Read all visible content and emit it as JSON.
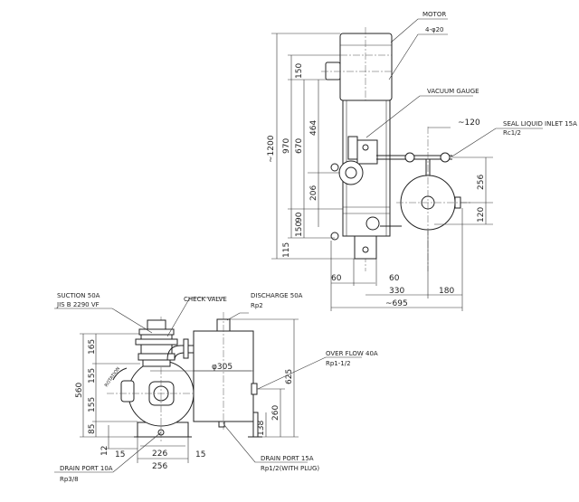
{
  "top_view": {
    "labels": {
      "motor": "MOTOR",
      "bolts": "4-φ20",
      "vacuum_gauge": "VACUUM GAUGE",
      "seal_inlet_1": "SEAL LIQUID INLET 15A",
      "seal_inlet_2": "Rc1/2"
    },
    "dimensions": {
      "overall_height": "~1200",
      "d970": "970",
      "d150_top": "150",
      "d670": "670",
      "d464": "464",
      "d206": "206",
      "d90": "90",
      "d150_bottom": "150",
      "d115": "115",
      "d120_top": "~120",
      "d256": "256",
      "d120_side": "120",
      "d60_left": "60",
      "d60_right": "60",
      "d330": "330",
      "d180": "180",
      "overall_width": "~695"
    }
  },
  "front_view": {
    "labels": {
      "suction_1": "SUCTION 50A",
      "suction_2": "JIS B 2290 VF",
      "check_valve": "CHECK VALVE",
      "discharge_1": "DISCHARGE 50A",
      "discharge_2": "Rp2",
      "overflow_1": "OVER FLOW 40A",
      "overflow_2": "Rp1-1/2",
      "drain15_1": "DRAIN PORT 15A",
      "drain15_2": "Rp1/2(WITH PLUG)",
      "drain10_1": "DRAIN PORT 10A",
      "drain10_2": "Rp3/8",
      "rotation": "ROTATION"
    },
    "dimensions": {
      "d560": "560",
      "d165": "165",
      "d155_top": "155",
      "d155_bottom": "155",
      "d85": "85",
      "d12": "12",
      "d15_left": "15",
      "d226": "226",
      "d15_right": "15",
      "d256": "256",
      "tank_dia": "φ305",
      "d625": "625",
      "d260": "260",
      "d138": "138"
    }
  }
}
